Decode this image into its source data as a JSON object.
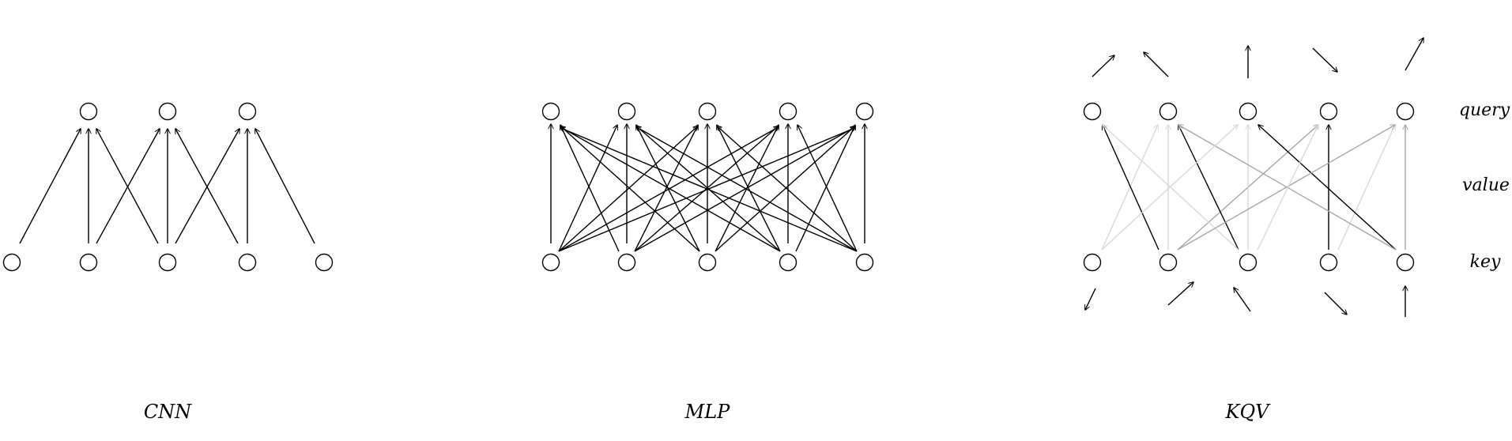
{
  "panels": [
    {
      "id": "cnn",
      "caption": "CNN"
    },
    {
      "id": "mlp",
      "caption": "MLP"
    },
    {
      "id": "kqv",
      "caption": "KQV"
    }
  ],
  "kqv_labels": {
    "query": "query",
    "value": "value",
    "key": "key"
  },
  "colors": {
    "ink": "#000000",
    "light": "#d9d9d9",
    "mid": "#a6a6a6",
    "dark": "#000000"
  }
}
